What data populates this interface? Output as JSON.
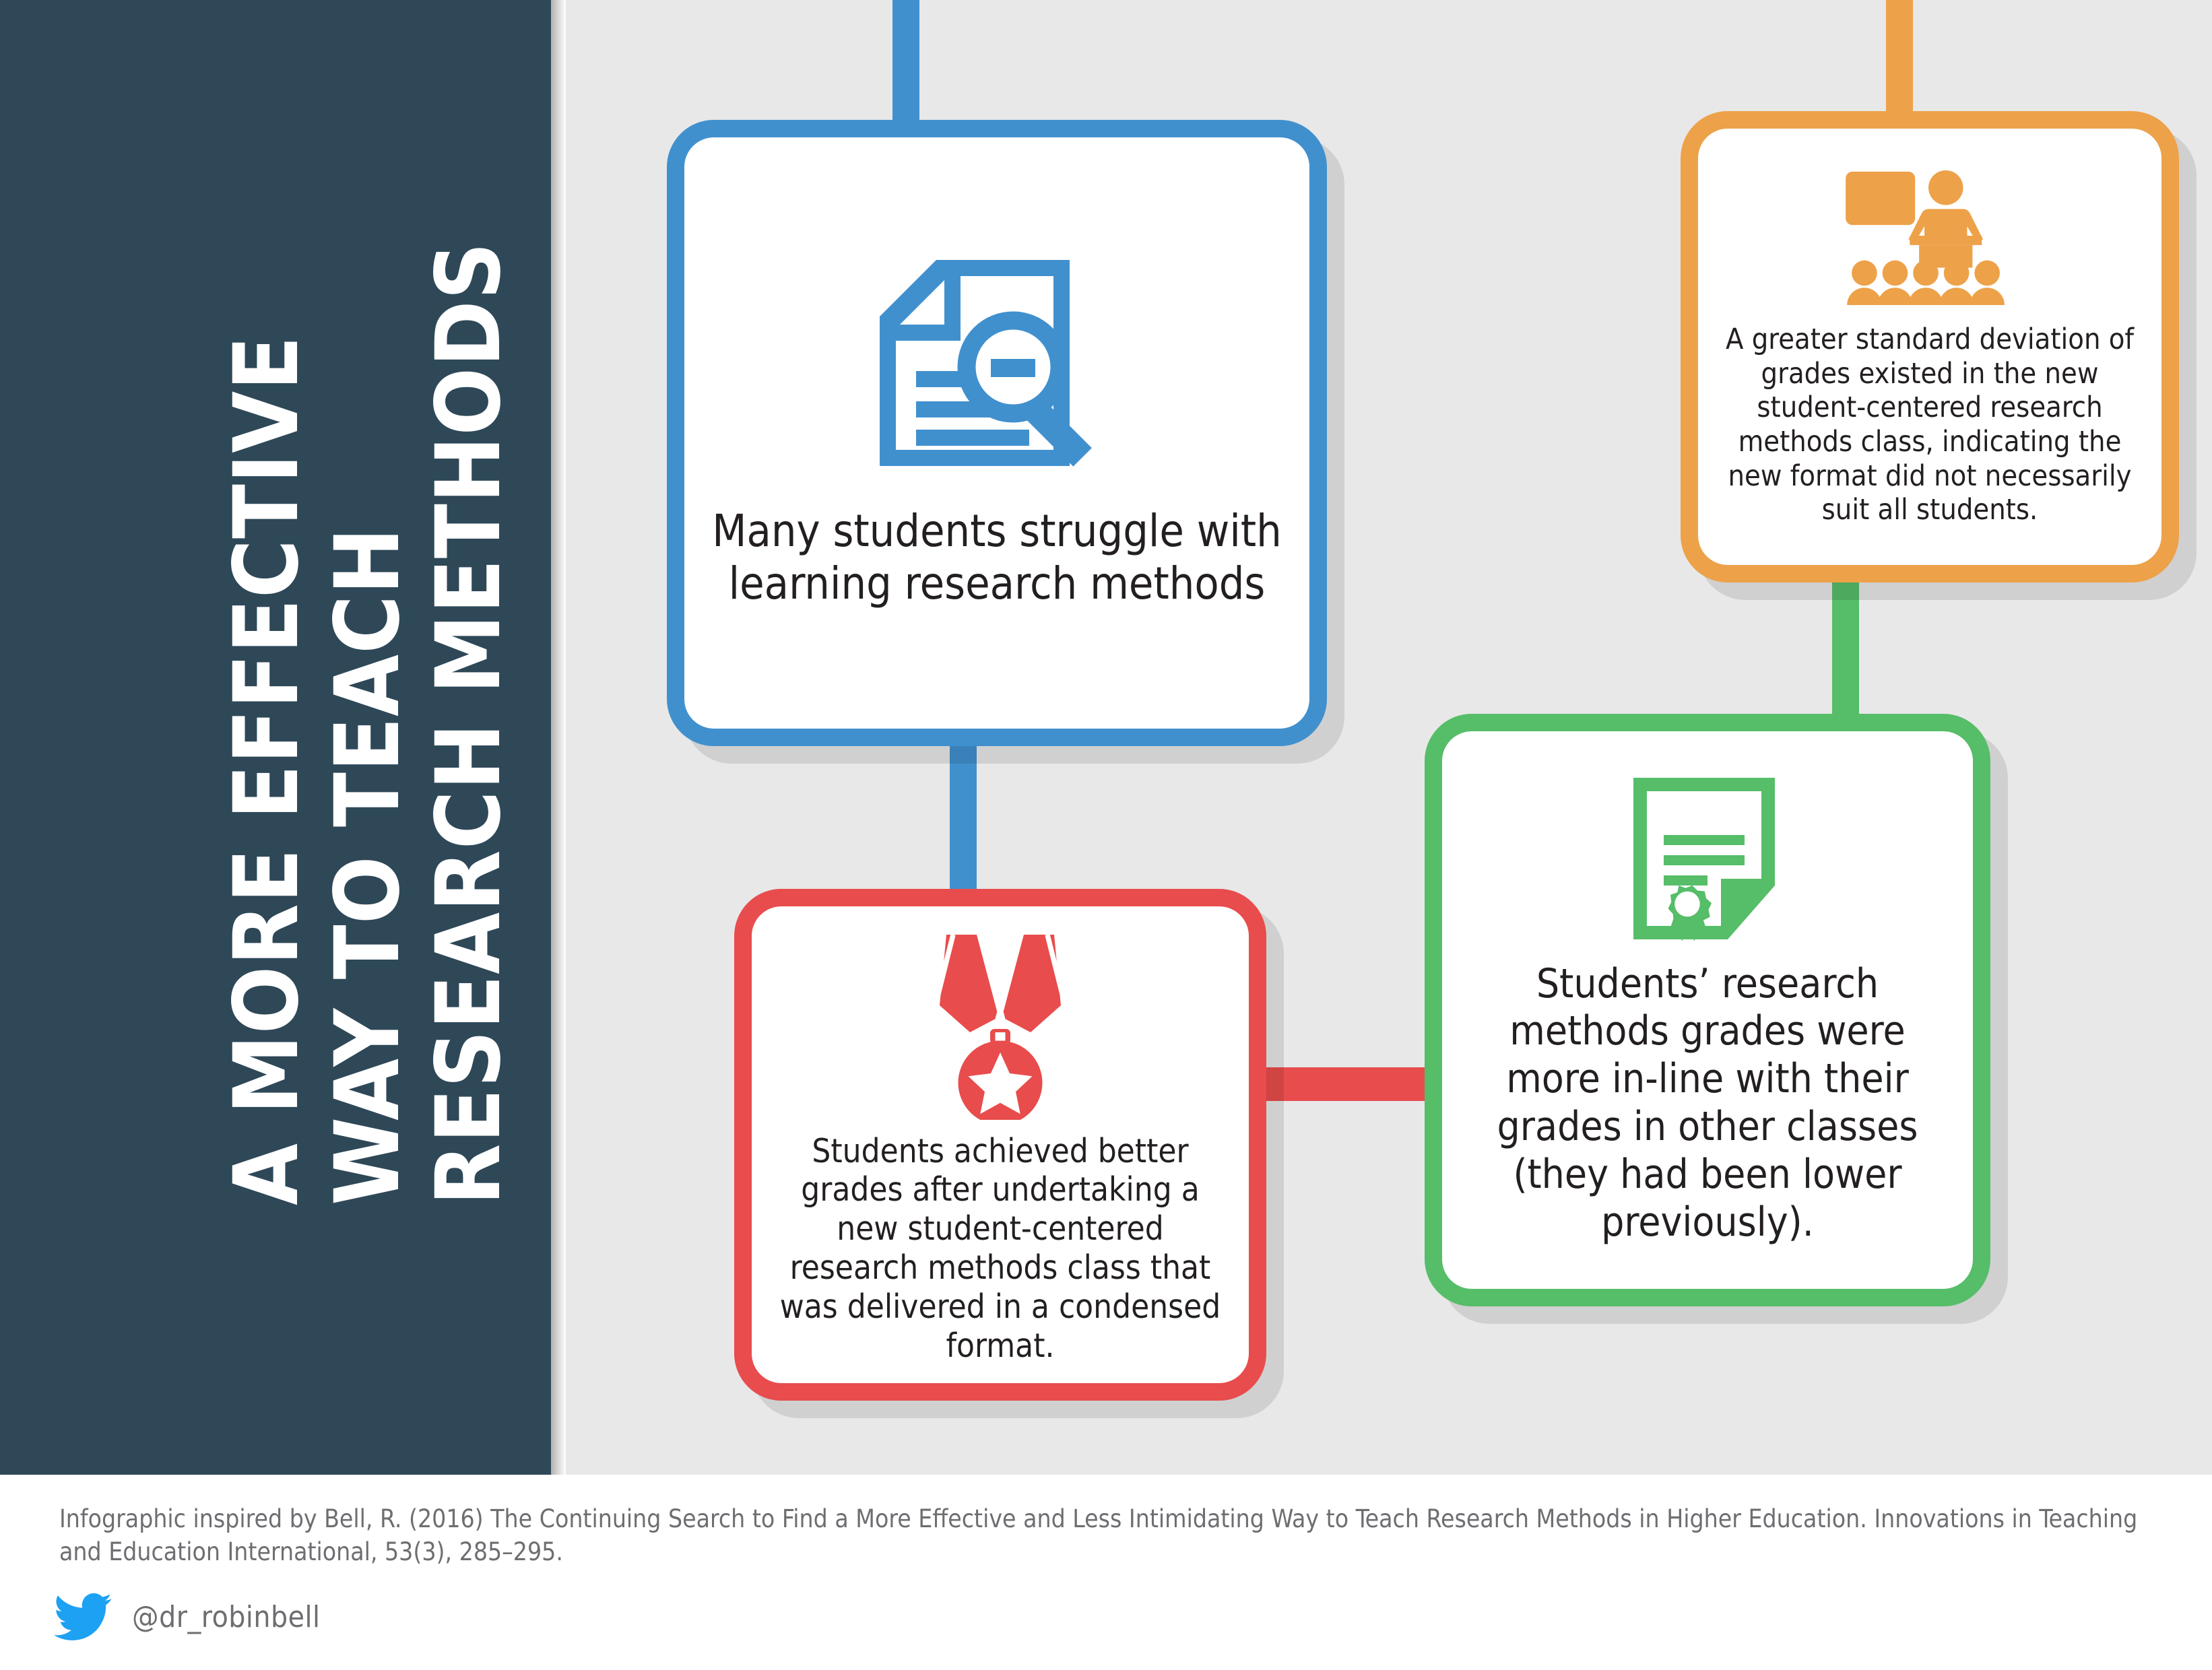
{
  "title": {
    "line1": "A MORE EFFECTIVE",
    "line2": "WAY TO TEACH",
    "line3": "RESEARCH METHODS"
  },
  "colors": {
    "sidebar": "#2e4858",
    "canvas": "#e8e8e8",
    "blue": "#4190ce",
    "orange": "#eda149",
    "red": "#e84c4c",
    "green": "#56bd69",
    "twitter": "#1da1f2",
    "body_text": "#231f20",
    "footer_text": "#6d6e71"
  },
  "cards": [
    {
      "id": "problem",
      "color_name": "blue",
      "color": "#4190ce",
      "icon": "document-magnifier-icon",
      "text": "Many students struggle with learning research methods"
    },
    {
      "id": "caveat",
      "color_name": "orange",
      "color": "#eda149",
      "icon": "classroom-lecture-icon",
      "text": "A greater standard deviation of grades existed in the new student-centered research methods class, indicating the new format did not necessarily suit all students."
    },
    {
      "id": "result-grades",
      "color_name": "red",
      "color": "#e84c4c",
      "icon": "medal-award-icon",
      "text": "Students achieved better grades after undertaking a new student-centered research methods class that was delivered in a condensed format."
    },
    {
      "id": "result-alignment",
      "color_name": "green",
      "color": "#56bd69",
      "icon": "certificate-icon",
      "text": "Students’ research methods grades were more in-line with their grades in other classes (they had been lower previously)."
    }
  ],
  "footer": {
    "citation": "Infographic inspired by Bell, R. (2016) The Continuing Search to Find a More Effective and Less Intimidating Way to Teach Research Methods in Higher Education.  Innovations in Teaching and Education International, 53(3), 285–295.",
    "handle": "@dr_robinbell",
    "handle_icon": "twitter-bird-icon"
  }
}
